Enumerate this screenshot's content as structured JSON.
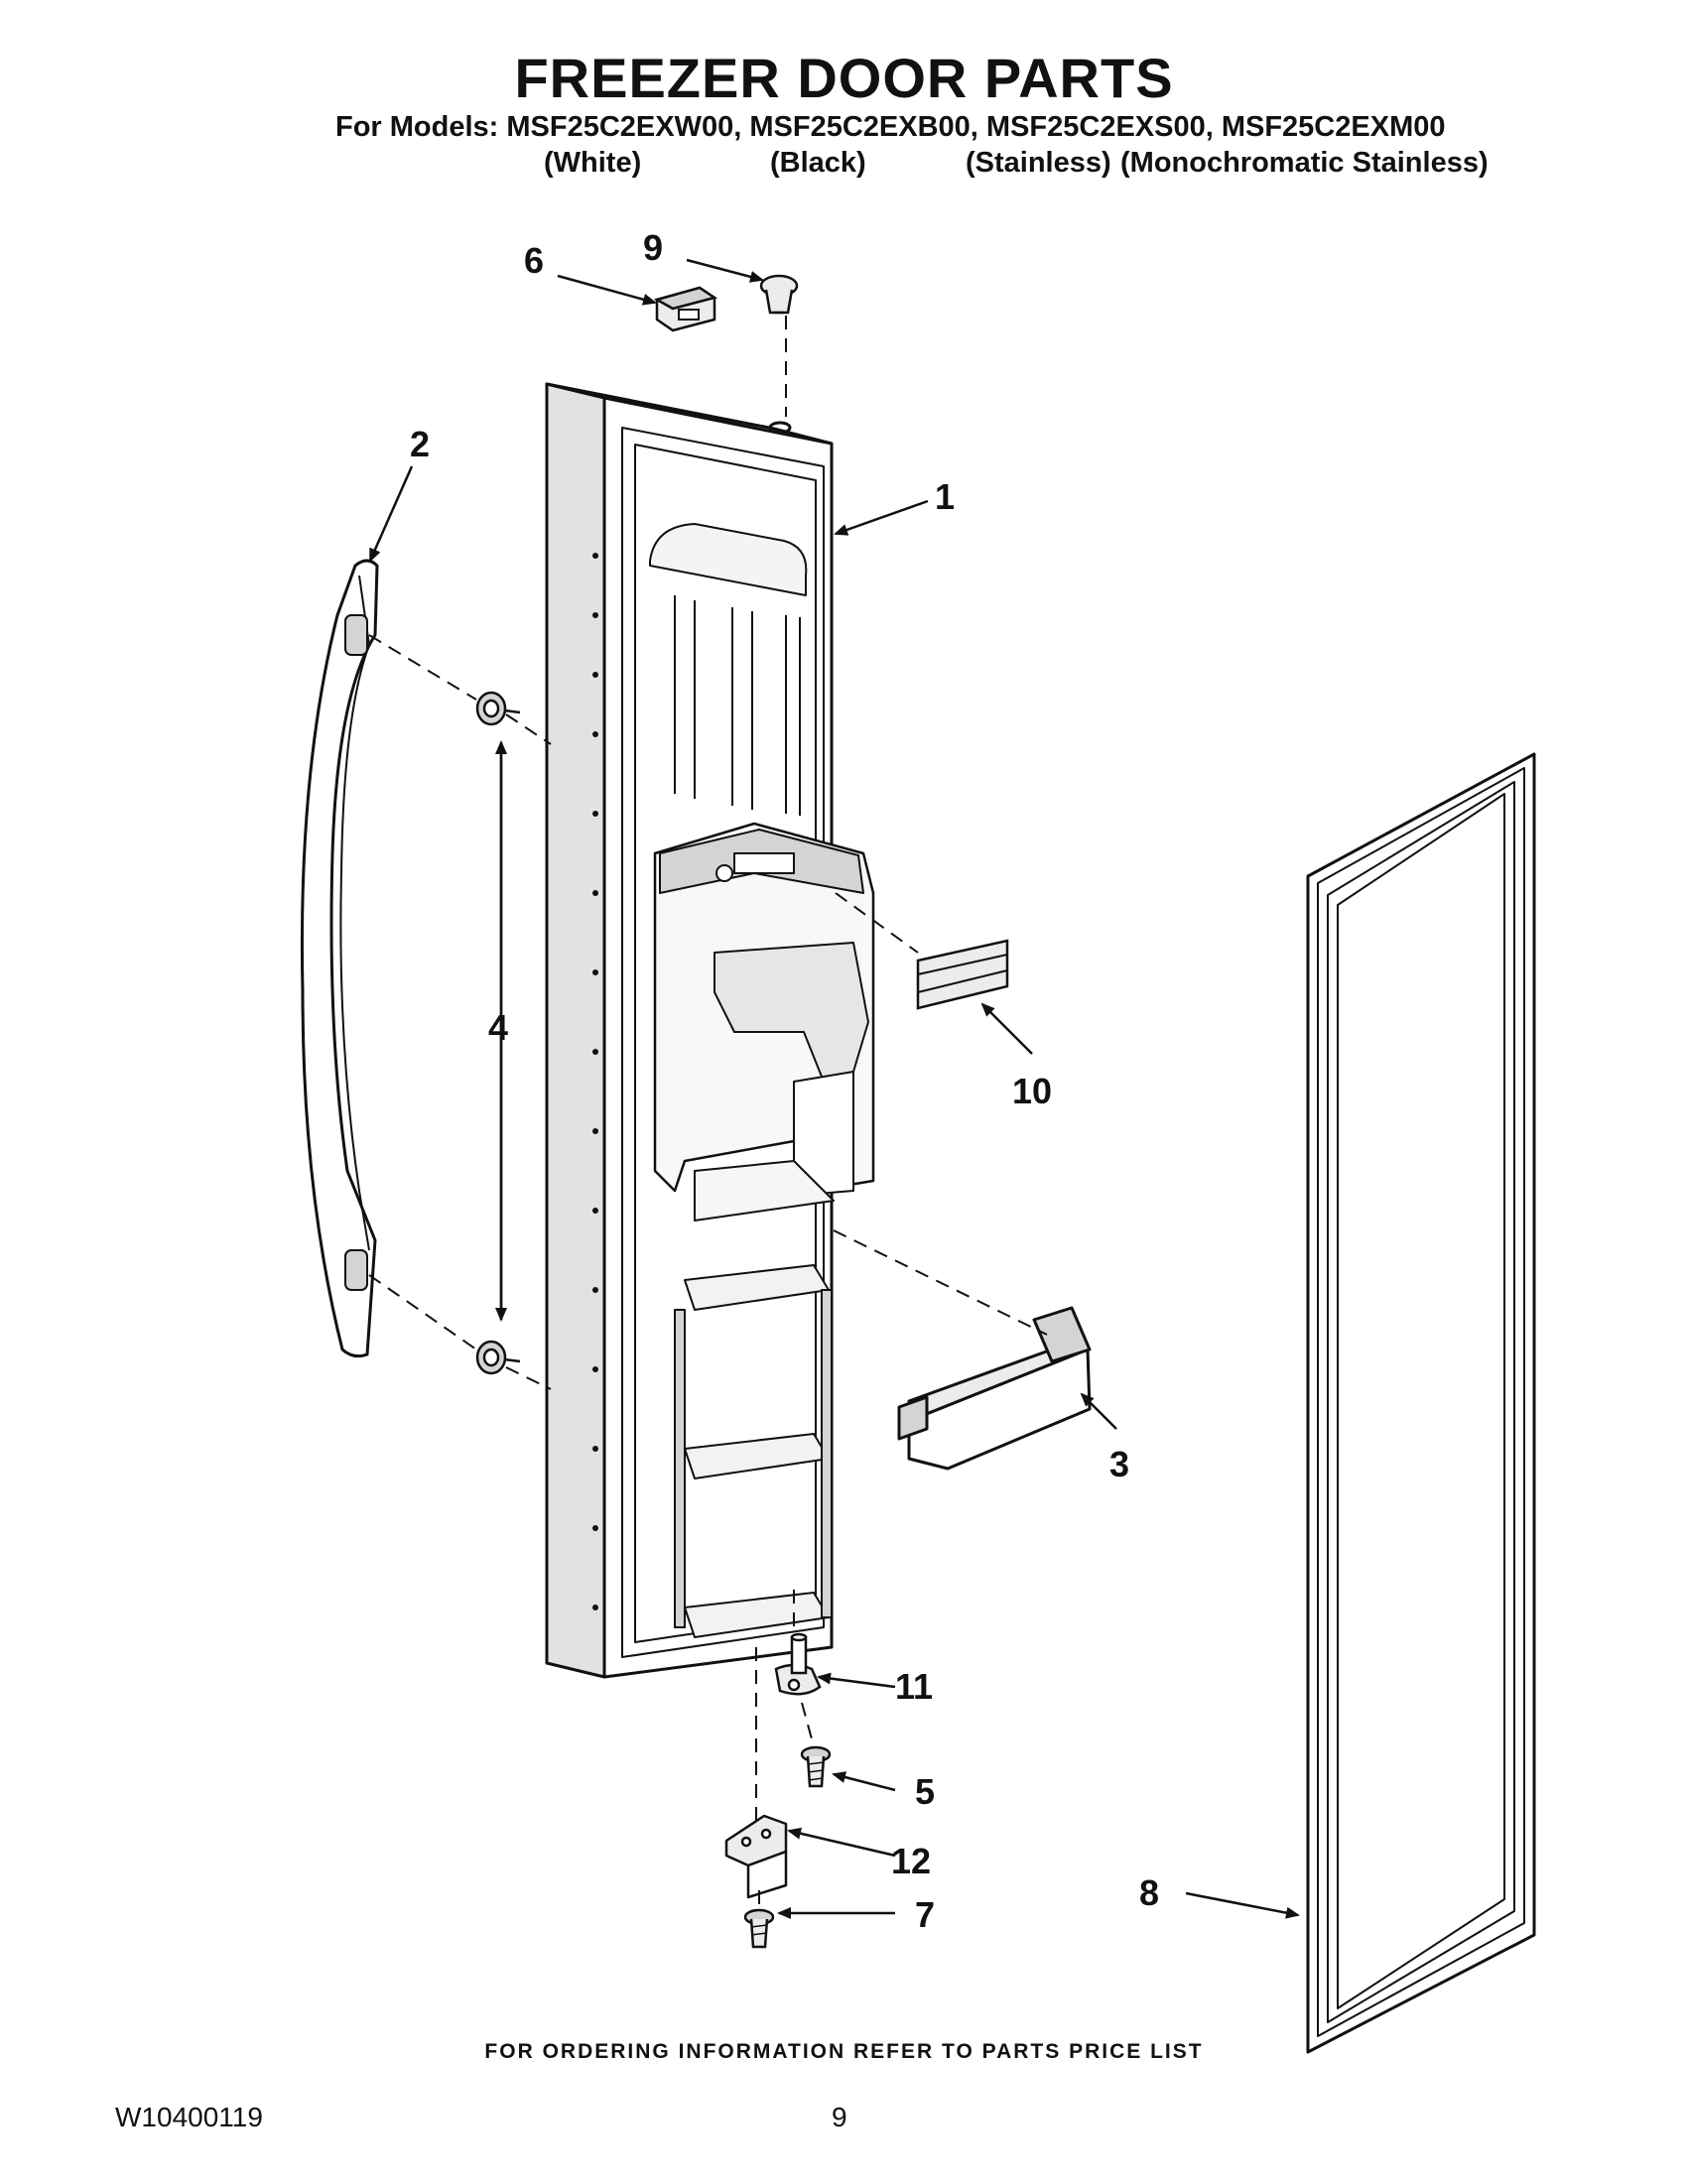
{
  "header": {
    "title": "FREEZER DOOR PARTS",
    "models_line": "For Models: MSF25C2EXW00, MSF25C2EXB00, MSF25C2EXS00, MSF25C2EXM00",
    "finishes": [
      "(White)",
      "(Black)",
      "(Stainless)",
      "(Monochromatic Stainless)"
    ]
  },
  "callouts": [
    "1",
    "2",
    "3",
    "4",
    "5",
    "6",
    "7",
    "8",
    "9",
    "10",
    "11",
    "12"
  ],
  "footer": {
    "ordering_note": "FOR ORDERING INFORMATION REFER TO PARTS PRICE LIST",
    "document_number": "W10400119",
    "page_number": "9"
  },
  "colors": {
    "ink": "#111111",
    "paper": "#ffffff",
    "shade": "#d4d4d4",
    "light": "#ececec"
  }
}
